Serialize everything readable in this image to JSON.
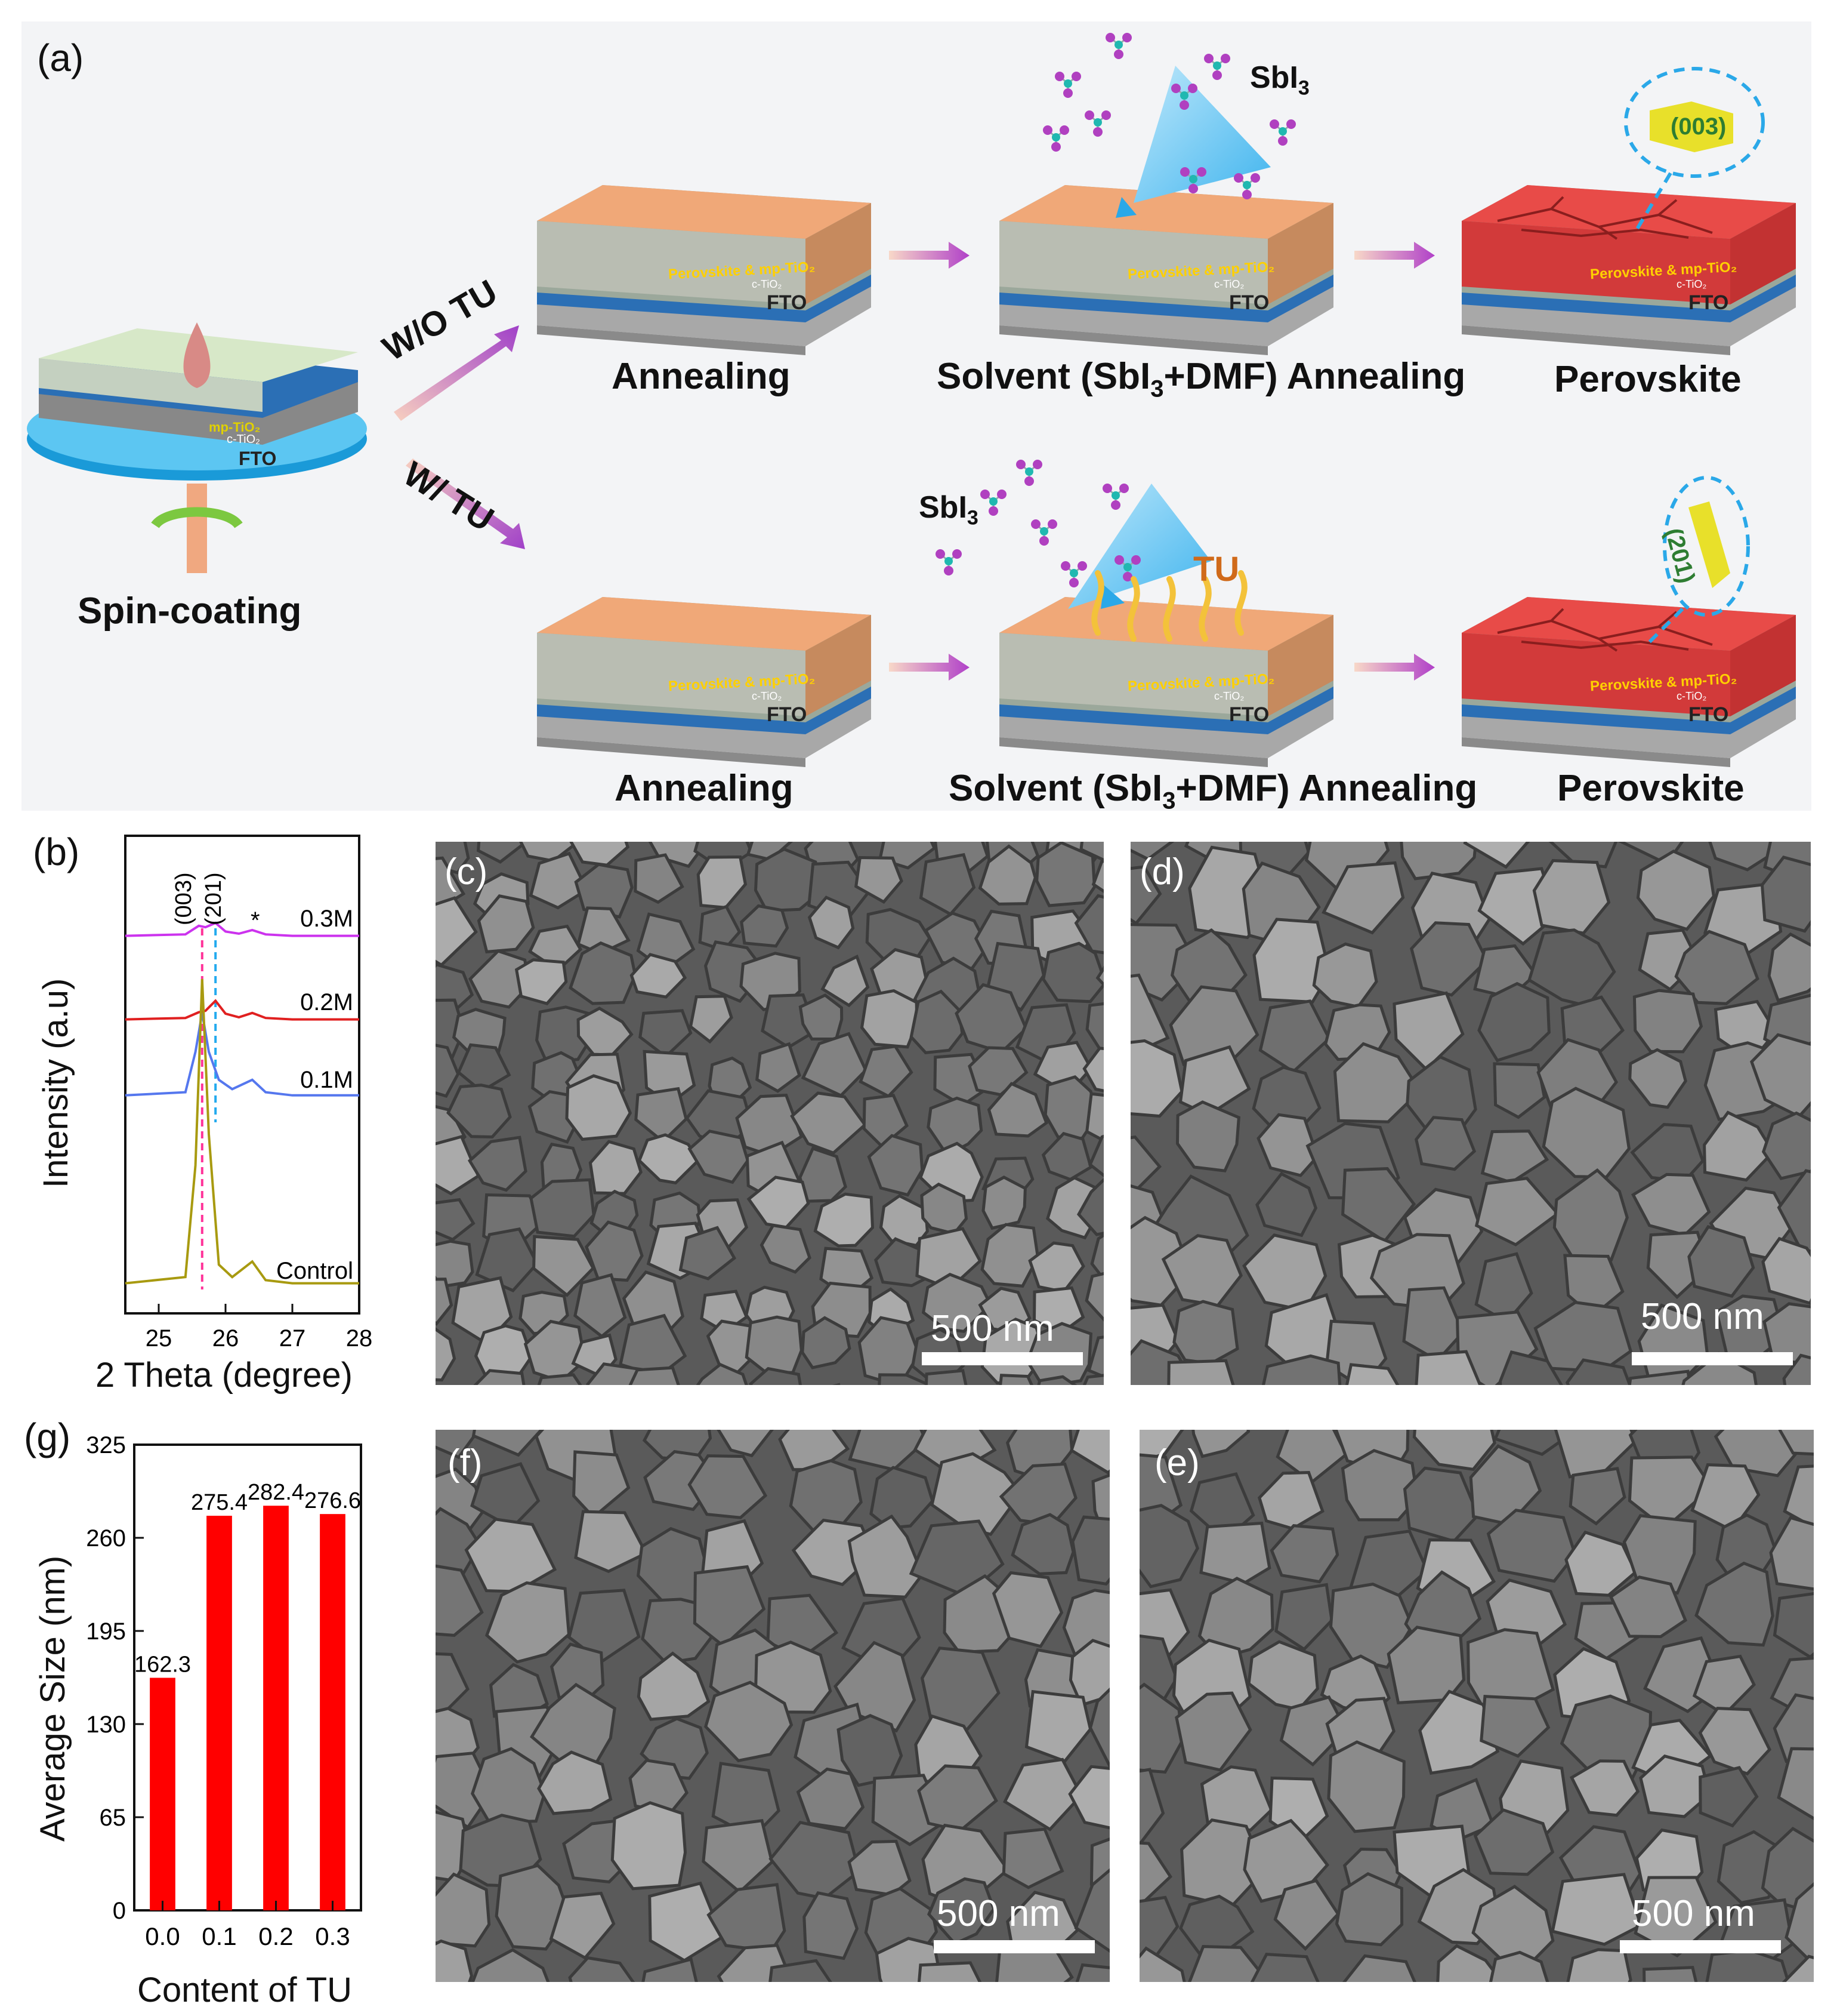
{
  "panel_a": {
    "label": "(a)",
    "spin_coating_label": "Spin-coating",
    "substrate": {
      "fto": "FTO",
      "ctio2": "c-TiO₂",
      "mptio2": "mp-TiO₂"
    },
    "route_without": "W/O TU",
    "route_with": "W/ TU",
    "stack_labels": {
      "perovskite_mp": "Perovskite & mp-TiO₂",
      "ctio2": "c-TiO₂",
      "fto": "FTO"
    },
    "sbi3_label": "SbI",
    "sbi3_sub": "3",
    "tu_label": "TU",
    "top_row": {
      "step1": "Annealing",
      "step2_pre": "Solvent (SbI",
      "step2_sub": "3",
      "step2_post": "+DMF) Annealing",
      "step3": "Perovskite",
      "orientation": "(003)"
    },
    "bottom_row": {
      "step1": "Annealing",
      "step2_pre": "Solvent (SbI",
      "step2_sub": "3",
      "step2_post": "+DMF) Annealing",
      "step3": "Perovskite",
      "orientation": "(201)"
    }
  },
  "panel_b": {
    "label": "(b)",
    "peak_labels": [
      "(003)",
      "(201)"
    ],
    "star": "*"
  },
  "panel_g": {
    "label": "(g)"
  },
  "sem": {
    "c": {
      "label": "(c)",
      "scale": "500 nm"
    },
    "d": {
      "label": "(d)",
      "scale": "500 nm"
    },
    "f": {
      "label": "(f)",
      "scale": "500 nm"
    },
    "e": {
      "label": "(e)",
      "scale": "500 nm"
    }
  },
  "colors": {
    "xrd_03": "#cc33ee",
    "xrd_02": "#e02020",
    "xrd_01": "#5577ee",
    "xrd_ctrl": "#a89a10",
    "bar": "#ff0000",
    "dash_003": "#ff3399",
    "dash_201": "#22aaee"
  },
  "chart_data": [
    {
      "type": "line",
      "xlabel": "2 Theta (degree)",
      "ylabel": "Intensity (a.u)",
      "xlim": [
        24.5,
        28
      ],
      "x_ticks": [
        "25",
        "26",
        "27",
        "28"
      ],
      "series": [
        {
          "name": "0.3M",
          "x": [
            24.5,
            25.4,
            25.6,
            25.7,
            25.85,
            26.0,
            26.2,
            26.4,
            26.6,
            27.0,
            28.0
          ],
          "y": [
            0.02,
            0.04,
            0.16,
            0.14,
            0.2,
            0.08,
            0.05,
            0.1,
            0.04,
            0.02,
            0.02
          ]
        },
        {
          "name": "0.2M",
          "x": [
            24.5,
            25.4,
            25.6,
            25.7,
            25.85,
            26.0,
            26.2,
            26.4,
            26.6,
            27.0,
            28.0
          ],
          "y": [
            0.02,
            0.04,
            0.12,
            0.14,
            0.28,
            0.1,
            0.05,
            0.11,
            0.04,
            0.02,
            0.02
          ]
        },
        {
          "name": "0.1M",
          "x": [
            24.5,
            25.4,
            25.55,
            25.65,
            25.75,
            25.9,
            26.1,
            26.4,
            26.6,
            27.0,
            28.0
          ],
          "y": [
            0.02,
            0.04,
            0.3,
            0.55,
            0.3,
            0.12,
            0.06,
            0.12,
            0.04,
            0.02,
            0.02
          ]
        },
        {
          "name": "Control",
          "x": [
            24.5,
            25.4,
            25.55,
            25.65,
            25.75,
            25.9,
            26.1,
            26.4,
            26.6,
            27.0,
            28.0
          ],
          "y": [
            0.02,
            0.04,
            0.4,
            1.0,
            0.5,
            0.08,
            0.04,
            0.09,
            0.03,
            0.02,
            0.02
          ]
        }
      ]
    },
    {
      "type": "bar",
      "xlabel": "Content of TU",
      "ylabel": "Average Size (nm)",
      "categories": [
        "0.0",
        "0.1",
        "0.2",
        "0.3"
      ],
      "values": [
        162.3,
        275.4,
        282.4,
        276.6
      ],
      "data_labels": [
        "162.3",
        "275.4",
        "282.4",
        "276.6"
      ],
      "ylim": [
        0,
        325
      ],
      "y_ticks": [
        "0",
        "65",
        "130",
        "195",
        "260",
        "325"
      ]
    }
  ]
}
